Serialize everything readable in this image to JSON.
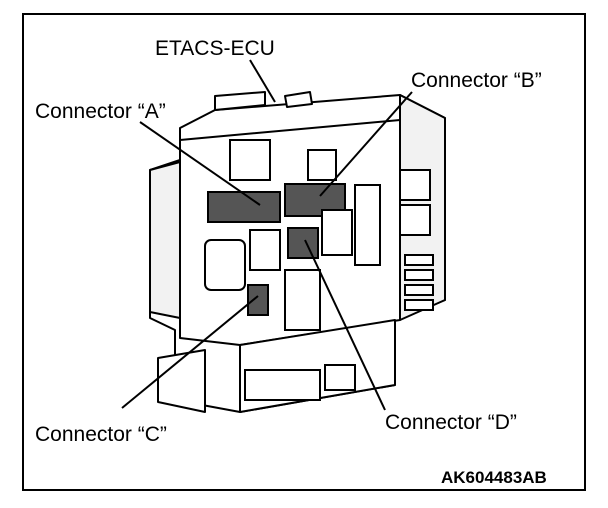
{
  "labels": {
    "etacs": "ETACS-ECU",
    "connector_a": "Connector “A”",
    "connector_b": "Connector “B”",
    "connector_c": "Connector “C”",
    "connector_d": "Connector “D”"
  },
  "figure_code": "AK604483AB"
}
